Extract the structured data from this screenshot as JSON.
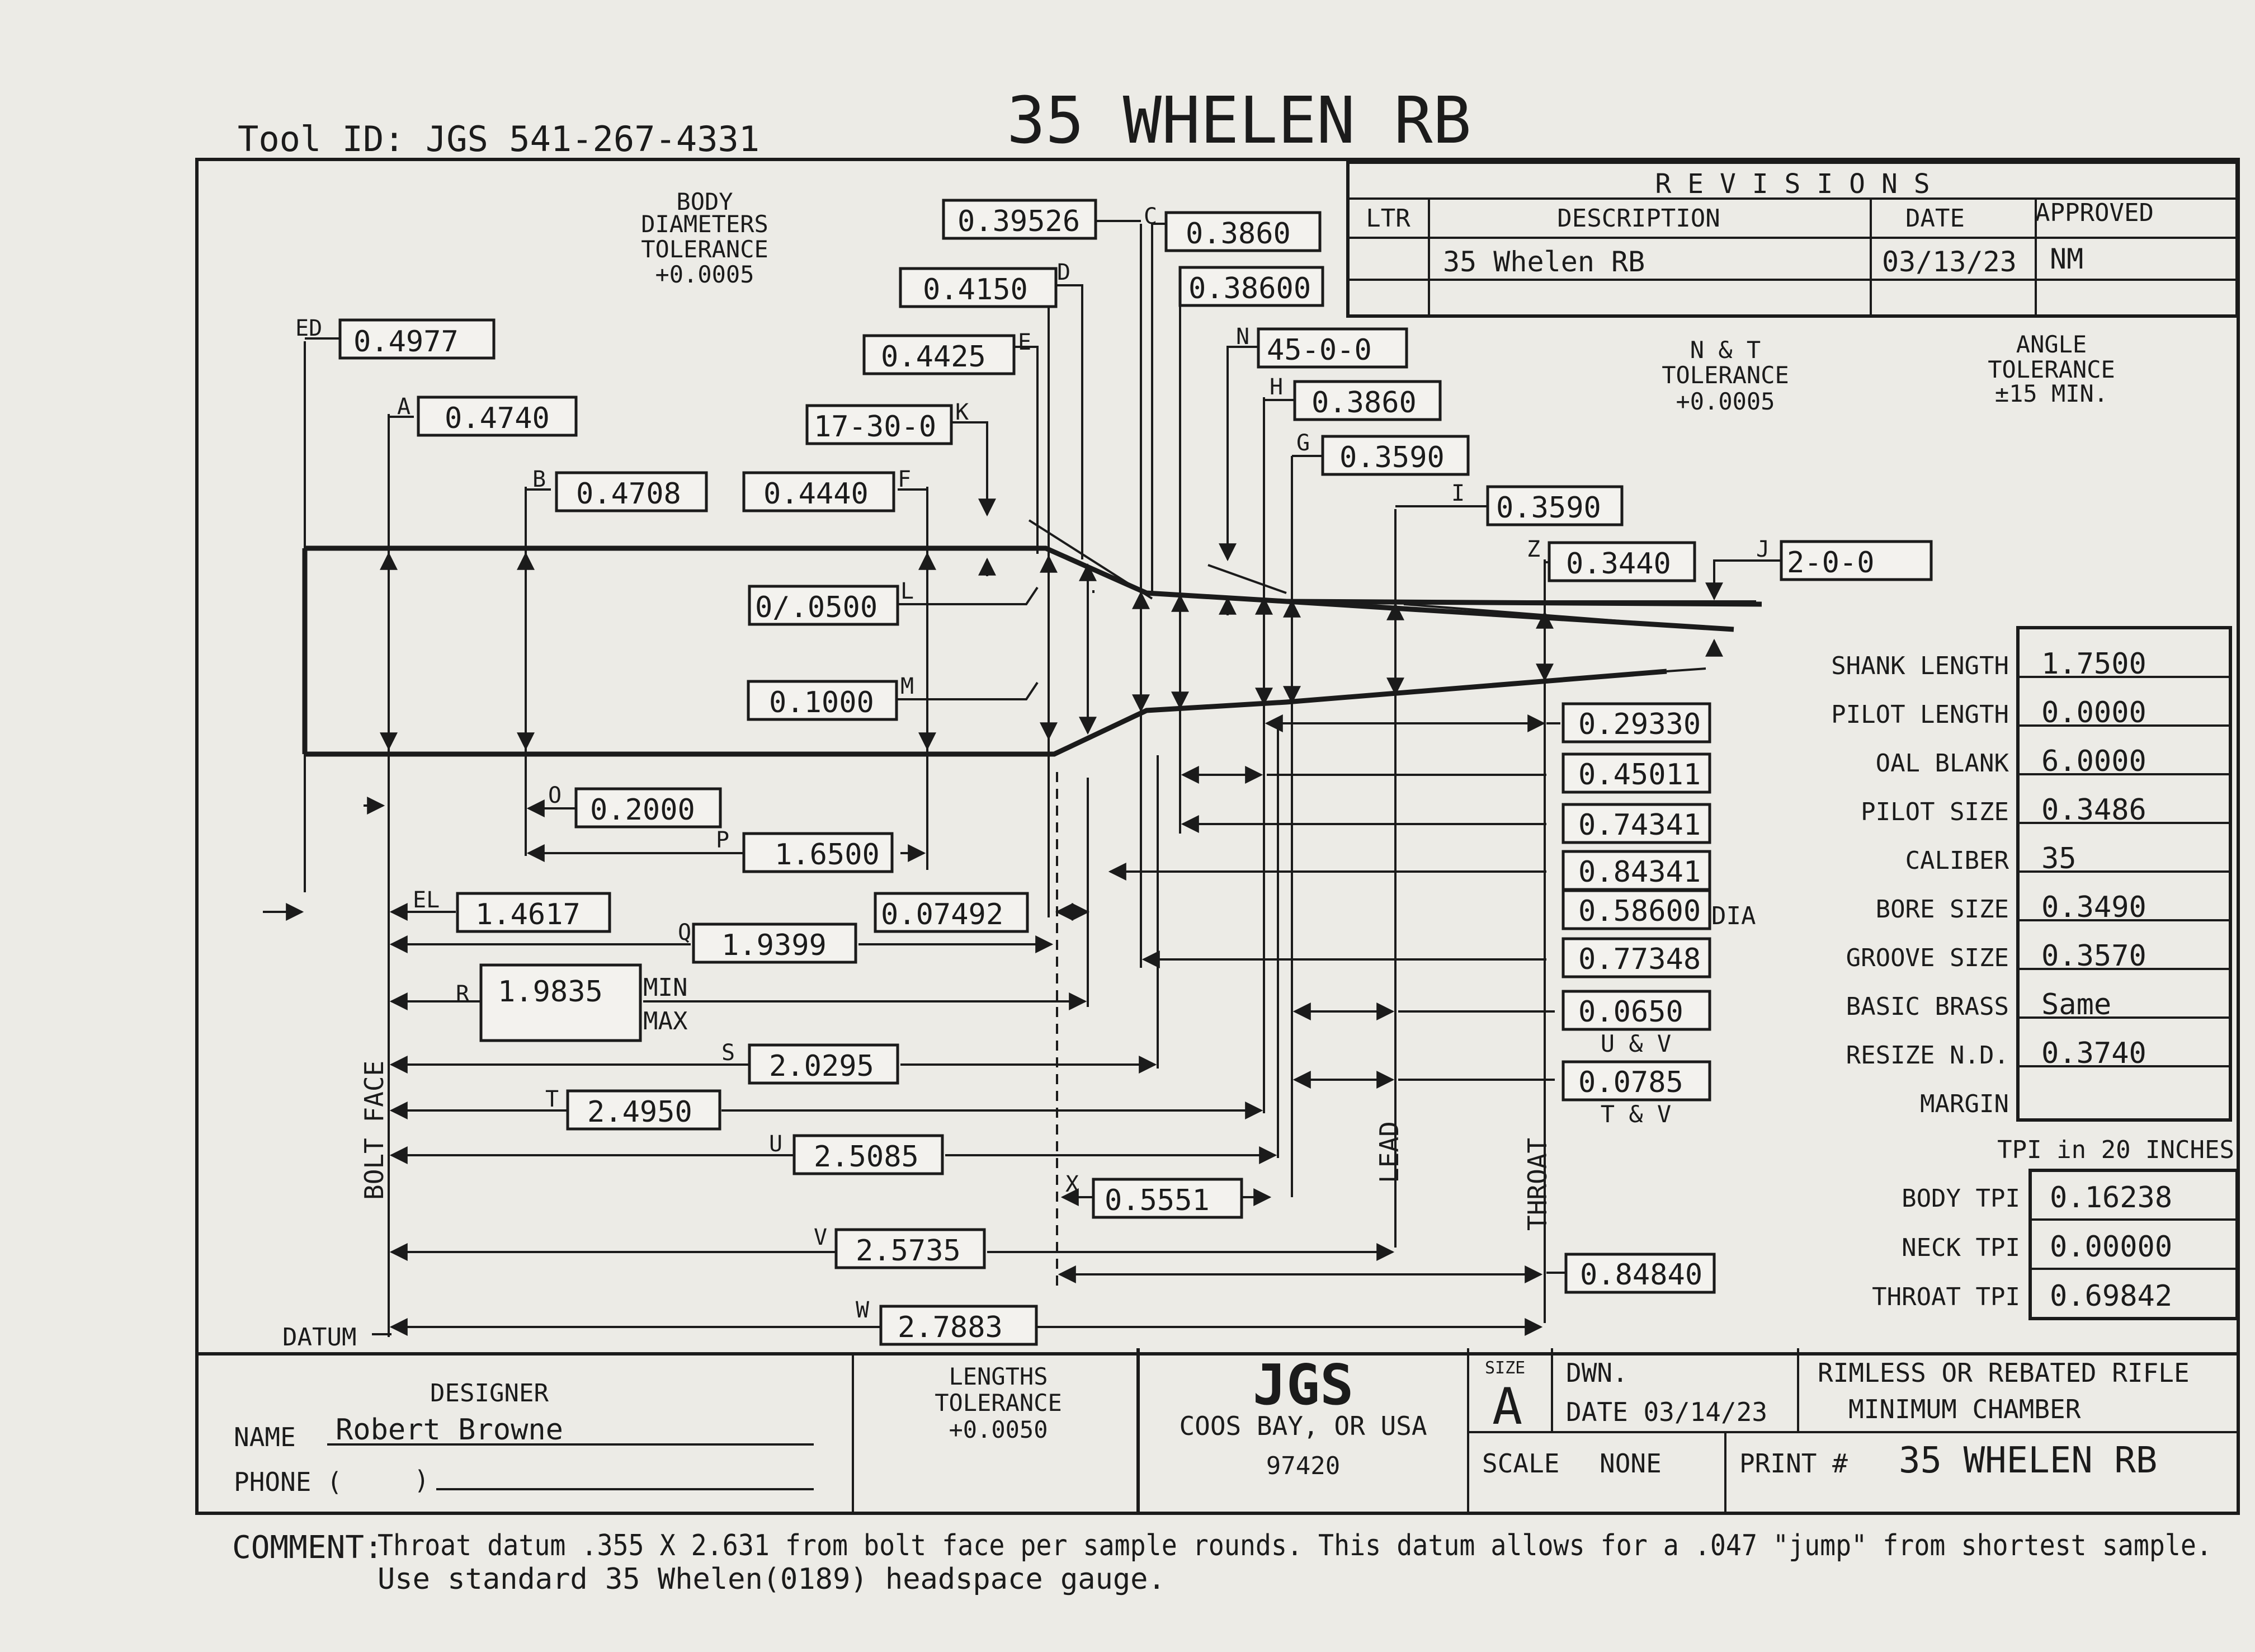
{
  "header": {
    "tool_id": "Tool ID: JGS 541-267-4331",
    "title": "35 WHELEN RB"
  },
  "body_tolerance": [
    "BODY",
    "DIAMETERS",
    "TOLERANCE",
    "+0.0005"
  ],
  "nt_tolerance": [
    "N & T",
    "TOLERANCE",
    "+0.0005"
  ],
  "angle_tolerance": [
    "ANGLE",
    "TOLERANCE",
    "±15 MIN."
  ],
  "lengths_tolerance": [
    "LENGTHS",
    "TOLERANCE",
    "+0.0050"
  ],
  "revisions": {
    "title": "R E V I S I O N S",
    "headers": [
      "LTR",
      "DESCRIPTION",
      "DATE",
      "APPROVED"
    ],
    "row": [
      "",
      "35 Whelen RB",
      "03/13/23",
      "NM"
    ]
  },
  "dims": {
    "ED": {
      "letter": "ED",
      "value": "0.4977"
    },
    "A": {
      "letter": "A",
      "value": "0.4740"
    },
    "B": {
      "letter": "B",
      "value": "0.4708"
    },
    "F": {
      "letter": "F",
      "value": "0.4440"
    },
    "K": {
      "letter": "K",
      "value": "17-30-0"
    },
    "E": {
      "letter": "E",
      "value": "0.4425"
    },
    "D": {
      "letter": "D",
      "value": "0.4150"
    },
    "C1": {
      "letter": "C",
      "value": "0.39526"
    },
    "C2": {
      "value": "0.3860"
    },
    "C3": {
      "value": "0.38600"
    },
    "N": {
      "letter": "N",
      "value": "45-0-0"
    },
    "H": {
      "letter": "H",
      "value": "0.3860"
    },
    "G": {
      "letter": "G",
      "value": "0.3590"
    },
    "I": {
      "letter": "I",
      "value": "0.3590"
    },
    "Z": {
      "letter": "Z",
      "value": "0.3440"
    },
    "J": {
      "letter": "J",
      "value": "2-0-0"
    },
    "L": {
      "letter": "L",
      "value": "0/.0500"
    },
    "M": {
      "letter": "M",
      "value": "0.1000"
    },
    "O": {
      "letter": "O",
      "value": "0.2000"
    },
    "P": {
      "letter": "P",
      "value": "1.6500"
    },
    "EL": {
      "letter": "EL",
      "value": "1.4617"
    },
    "Q": {
      "letter": "Q",
      "value": "1.9399"
    },
    "Q2": {
      "value": "0.07492"
    },
    "R": {
      "letter": "R",
      "value": "1.9835",
      "min": "MIN",
      "max": "MAX"
    },
    "S": {
      "letter": "S",
      "value": "2.0295"
    },
    "T": {
      "letter": "T",
      "value": "2.4950"
    },
    "U": {
      "letter": "U",
      "value": "2.5085"
    },
    "X": {
      "letter": "X",
      "value": "0.5551"
    },
    "V": {
      "letter": "V",
      "value": "2.5735"
    },
    "W": {
      "letter": "W",
      "value": "2.7883"
    }
  },
  "right_dims": [
    "0.29330",
    "0.45011",
    "0.74341",
    "0.84341",
    "0.58600",
    "0.77348",
    "0.0650",
    "0.0785",
    "0.84840"
  ],
  "right_labels": {
    "dia": "DIA",
    "uv": "U & V",
    "tv": "T & V"
  },
  "vertical_labels": {
    "bolt_face": "BOLT FACE",
    "lead": "LEAD",
    "throat": "THROAT",
    "datum": "DATUM"
  },
  "specs": [
    {
      "label": "SHANK LENGTH",
      "value": "1.7500"
    },
    {
      "label": "PILOT LENGTH",
      "value": "0.0000"
    },
    {
      "label": "OAL BLANK",
      "value": "6.0000"
    },
    {
      "label": "PILOT SIZE",
      "value": "0.3486"
    },
    {
      "label": "CALIBER",
      "value": "35"
    },
    {
      "label": "BORE SIZE",
      "value": "0.3490"
    },
    {
      "label": "GROOVE SIZE",
      "value": "0.3570"
    },
    {
      "label": "BASIC BRASS",
      "value": "Same"
    },
    {
      "label": "RESIZE N.D.",
      "value": "0.3740"
    },
    {
      "label": "MARGIN",
      "value": ""
    }
  ],
  "tpi": {
    "title": "TPI in 20 INCHES",
    "rows": [
      {
        "label": "BODY TPI",
        "value": "0.16238"
      },
      {
        "label": "NECK TPI",
        "value": "0.00000"
      },
      {
        "label": "THROAT TPI",
        "value": "0.69842"
      }
    ]
  },
  "designer": {
    "title": "DESIGNER",
    "name_label": "NAME",
    "name": "Robert Browne",
    "phone_label": "PHONE (",
    "phone_close": ")"
  },
  "company": {
    "logo": "JGS",
    "city": "COOS BAY, OR USA",
    "zip": "97420"
  },
  "title_block": {
    "size_label": "SIZE",
    "size": "A",
    "dwn": "DWN.",
    "date": "DATE 03/14/23",
    "desc1": "RIMLESS OR REBATED RIFLE",
    "desc2": "MINIMUM CHAMBER",
    "scale_label": "SCALE",
    "scale": "NONE",
    "print_label": "PRINT #",
    "print_value": "35 WHELEN RB"
  },
  "comment": {
    "label": "COMMENT:",
    "line1": "Throat datum .355 X 2.631 from bolt face per sample rounds. This datum allows for a .047 \"jump\" from shortest sample.",
    "line2": "Use standard 35 Whelen(0189) headspace gauge."
  }
}
